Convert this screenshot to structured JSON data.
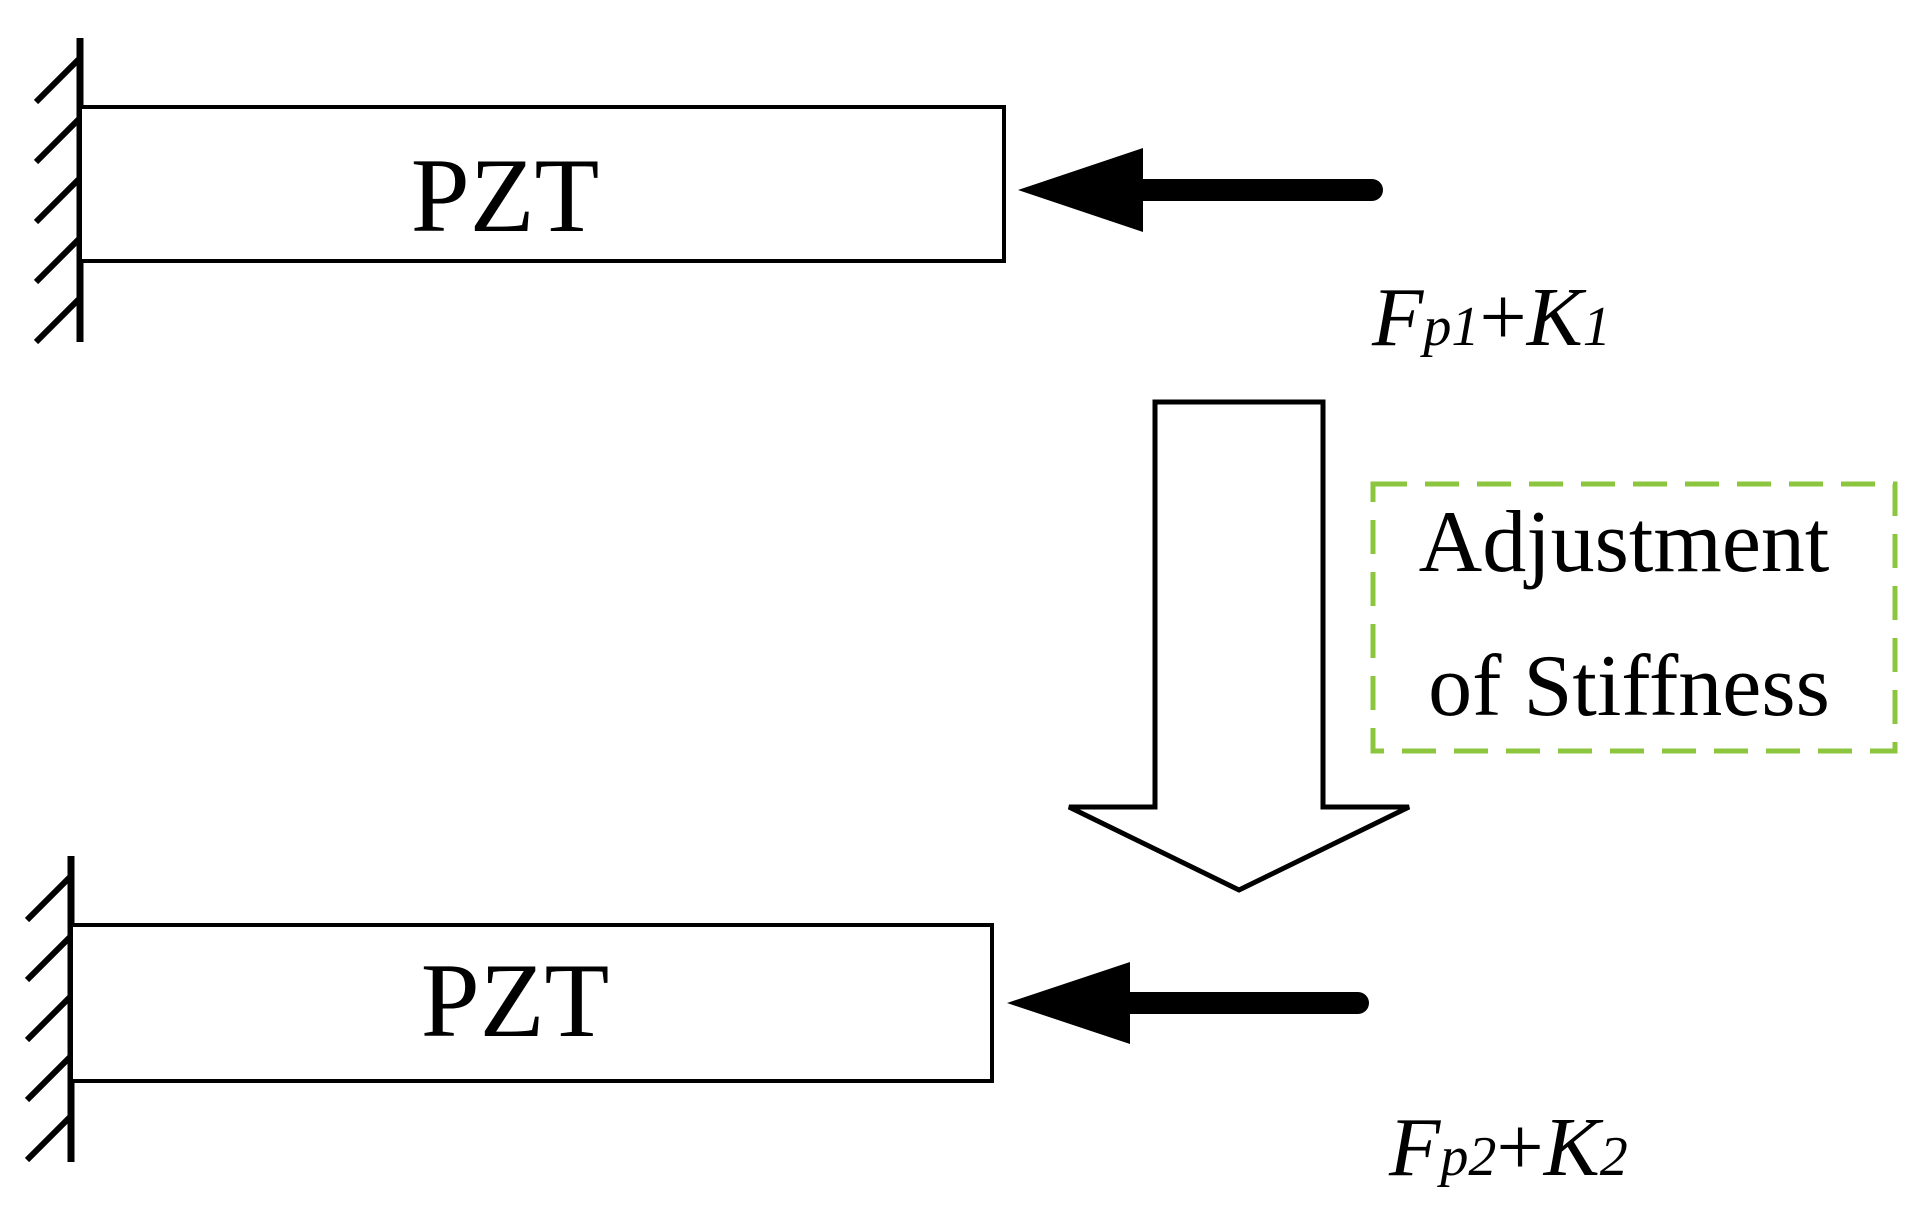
{
  "beams": [
    {
      "label": "PZT",
      "force": {
        "F": "F",
        "F_sub": "p1",
        "plus": "+",
        "K": "K",
        "K_sub": "1"
      }
    },
    {
      "label": "PZT",
      "force": {
        "F": "F",
        "F_sub": "p2",
        "plus": "+",
        "K": "K",
        "K_sub": "2"
      }
    }
  ],
  "transition": {
    "line1": "Adjustment",
    "line2": "of Stiffness",
    "box_color": "#8cc63f"
  },
  "colors": {
    "stroke": "#000000",
    "background": "#ffffff"
  }
}
